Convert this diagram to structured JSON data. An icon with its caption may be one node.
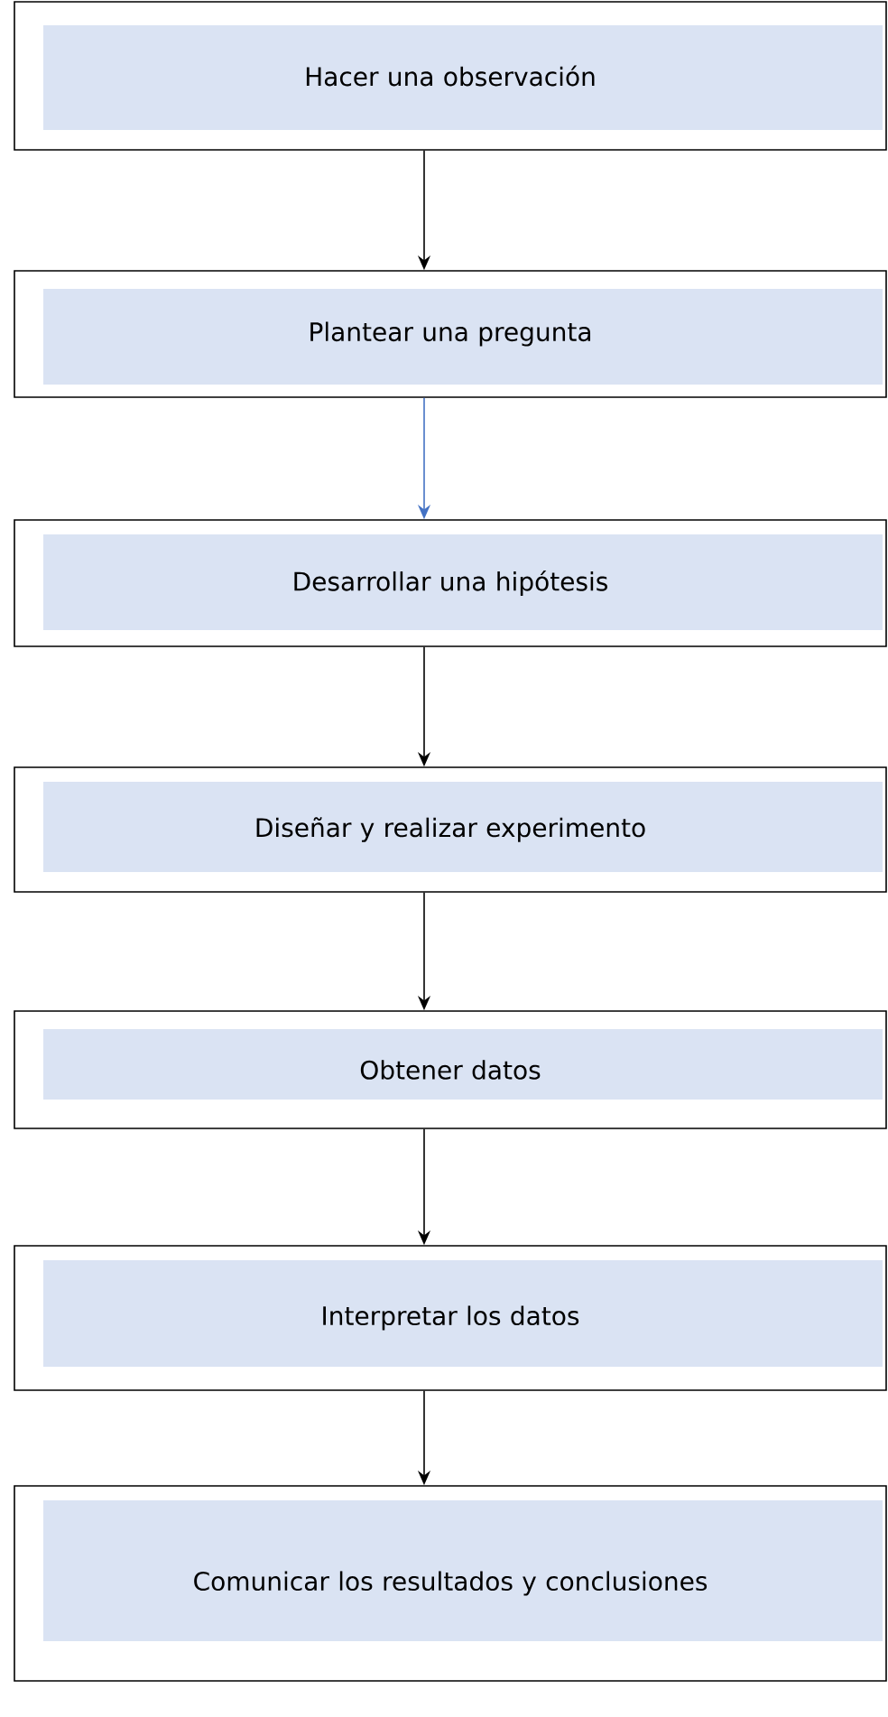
{
  "diagram": {
    "nodes": [
      {
        "text": [
          "Hacer una observación"
        ]
      },
      {
        "text": [
          "Plantear una pregunta"
        ]
      },
      {
        "text": [
          "Desarrollar una hipótesis"
        ]
      },
      {
        "text": [
          "Diseñar y realizar experimento"
        ]
      },
      {
        "text": [
          "Obtener datos"
        ]
      },
      {
        "text": [
          "Interpretar los datos"
        ]
      },
      {
        "text": [
          "Comunicar los resultados y conclusiones"
        ]
      }
    ],
    "edges": [
      {
        "from": 0,
        "to": 1,
        "arrow": "to"
      },
      {
        "from": 1,
        "to": 2,
        "arrow": "to",
        "color": "#4472c4"
      },
      {
        "from": 2,
        "to": 3,
        "arrow": "to"
      },
      {
        "from": 3,
        "to": 4,
        "arrow": "to"
      },
      {
        "from": 4,
        "to": 5,
        "arrow": "to"
      },
      {
        "from": 5,
        "to": 6,
        "arrow": "to"
      }
    ]
  }
}
